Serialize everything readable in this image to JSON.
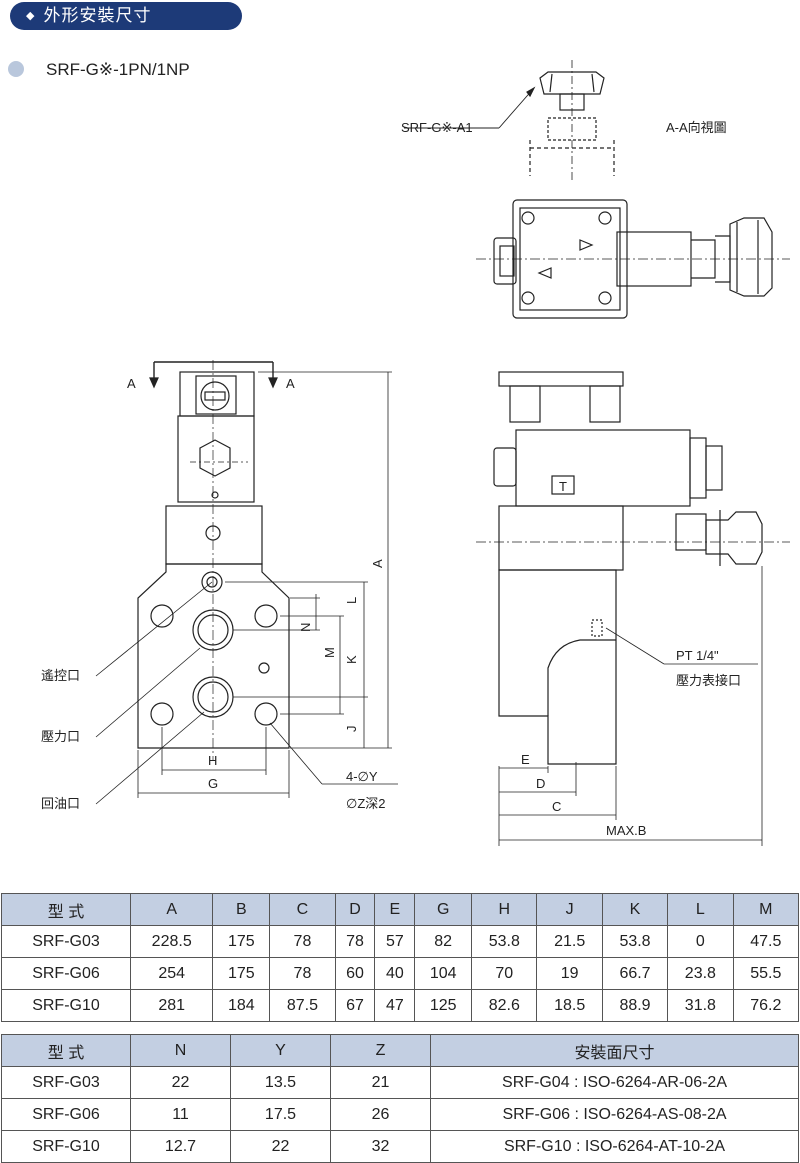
{
  "header": {
    "title": "外形安裝尺寸"
  },
  "model": {
    "label": "SRF-G※-1PN/1NP"
  },
  "drawing": {
    "valve_label": "SRF-G※-A1",
    "view_label": "A-A向視圖",
    "section_a": "A",
    "dims_left": [
      "A",
      "L",
      "N",
      "M",
      "K",
      "J",
      "H",
      "G"
    ],
    "dims_right": [
      "E",
      "D",
      "C",
      "MAX.B"
    ],
    "pilot_port": "遙控口",
    "pressure_port": "壓力口",
    "return_port": "回油口",
    "holes": "4-∅Y",
    "holes_depth": "∅Z深2",
    "gauge_thread": "PT  1/4\"",
    "gauge_port": "壓力表接口",
    "tank_mark": "T"
  },
  "table1": {
    "headers": [
      "型 式",
      "A",
      "B",
      "C",
      "D",
      "E",
      "G",
      "H",
      "J",
      "K",
      "L",
      "M"
    ],
    "rows": [
      [
        "SRF-G03",
        "228.5",
        "175",
        "78",
        "78",
        "57",
        "82",
        "53.8",
        "21.5",
        "53.8",
        "0",
        "47.5"
      ],
      [
        "SRF-G06",
        "254",
        "175",
        "78",
        "60",
        "40",
        "104",
        "70",
        "19",
        "66.7",
        "23.8",
        "55.5"
      ],
      [
        "SRF-G10",
        "281",
        "184",
        "87.5",
        "67",
        "47",
        "125",
        "82.6",
        "18.5",
        "88.9",
        "31.8",
        "76.2"
      ]
    ]
  },
  "table2": {
    "headers": [
      "型 式",
      "N",
      "Y",
      "Z",
      "安裝面尺寸"
    ],
    "rows": [
      [
        "SRF-G03",
        "22",
        "13.5",
        "21",
        "SRF-G04 : ISO-6264-AR-06-2A"
      ],
      [
        "SRF-G06",
        "11",
        "17.5",
        "26",
        "SRF-G06 : ISO-6264-AS-08-2A"
      ],
      [
        "SRF-G10",
        "12.7",
        "22",
        "32",
        "SRF-G10 : ISO-6264-AT-10-2A"
      ]
    ]
  }
}
